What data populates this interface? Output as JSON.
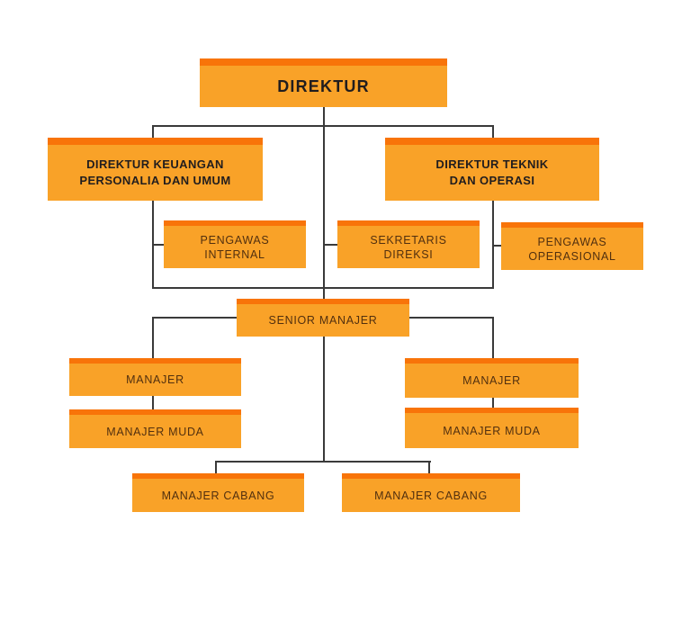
{
  "colors": {
    "box_fill": "#F9A228",
    "box_stripe": "#F87409",
    "line": "#3A3A3A",
    "title_text": "#211D1E",
    "node_text": "#52300F",
    "bg": "#FFFFFF"
  },
  "org": {
    "direktur": {
      "label": "DIREKTUR"
    },
    "direktur_keuangan": {
      "line1": "DIREKTUR KEUANGAN",
      "line2": "PERSONALIA DAN UMUM"
    },
    "direktur_teknik": {
      "line1": "DIREKTUR TEKNIK",
      "line2": "DAN OPERASI"
    },
    "pengawas_internal": {
      "line1": "PENGAWAS",
      "line2": "INTERNAL"
    },
    "sekretaris_direksi": {
      "line1": "SEKRETARIS",
      "line2": "DIREKSI"
    },
    "pengawas_operasional": {
      "line1": "PENGAWAS",
      "line2": "OPERASIONAL"
    },
    "senior_manajer": {
      "label": "SENIOR MANAJER"
    },
    "manajer_kiri": {
      "label": "MANAJER"
    },
    "manajer_kanan": {
      "label": "MANAJER"
    },
    "manajer_muda_kiri": {
      "label": "MANAJER MUDA"
    },
    "manajer_muda_kanan": {
      "label": "MANAJER MUDA"
    },
    "manajer_cabang_kiri": {
      "label": "MANAJER CABANG"
    },
    "manajer_cabang_kanan": {
      "label": "MANAJER CABANG"
    }
  }
}
